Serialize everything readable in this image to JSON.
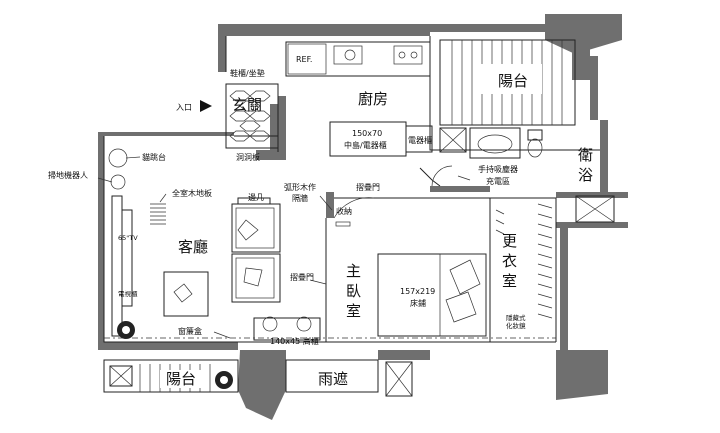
{
  "rooms": {
    "entrance": "玄關",
    "kitchen": "廚房",
    "balcony_top": "陽台",
    "bathroom": "衛浴",
    "living": "客廳",
    "master": "主臥室",
    "closet": "更衣室",
    "balcony_bottom": "陽台",
    "awning": "雨遮"
  },
  "labels": {
    "entry": "入口",
    "shoe_cabinet": "鞋櫃/坐墊",
    "ref": "REF.",
    "island": "150x70",
    "island_sub": "中島/電器櫃",
    "appliance": "電器櫃",
    "perforated": "洞洞板",
    "cat_platform": "貓跳台",
    "robot": "掃地機器人",
    "floor": "全室木地板",
    "side_table": "邊几",
    "curved_wall": "弧形木作",
    "curved_wall2": "隔牆",
    "storage": "收納",
    "folding_door_top": "摺疊門",
    "folding_door_side": "摺疊門",
    "tv_size": "65\"TV",
    "tv_cabinet": "電視櫃",
    "bed_size": "157x219",
    "bed": "床鋪",
    "vacuum": "手持吸塵器",
    "vacuum2": "充電區",
    "curtain_box": "窗簾盒",
    "desk": "140x45 高櫃",
    "small_note": "隱藏式",
    "small_note2": "化妝鏡"
  }
}
